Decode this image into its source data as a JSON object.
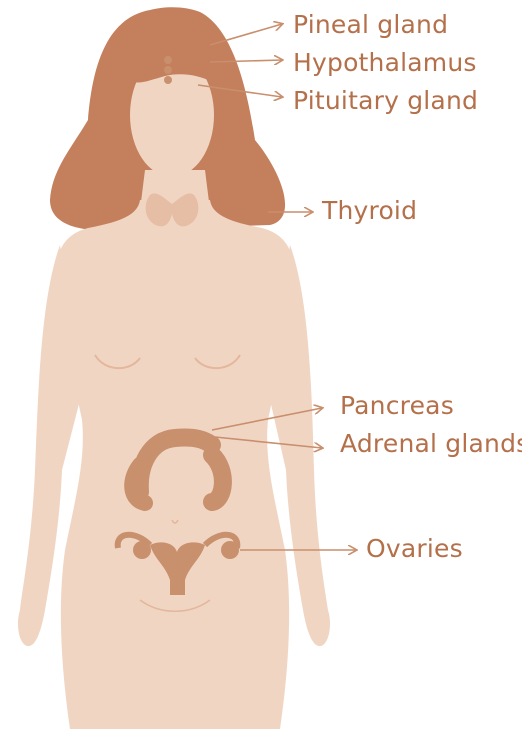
{
  "colors": {
    "skin": "#f1d5c3",
    "skin_shadow": "#e9c3ad",
    "hair": "#c47f5c",
    "organ": "#c8906d",
    "arrow": "#c98e6c",
    "label": "#b4704a"
  },
  "labels": {
    "pineal": "Pineal gland",
    "hypothalamus": "Hypothalamus",
    "pituitary": "Pituitary gland",
    "thyroid": "Thyroid",
    "pancreas": "Pancreas",
    "adrenal": "Adrenal glands",
    "ovaries": "Ovaries"
  }
}
